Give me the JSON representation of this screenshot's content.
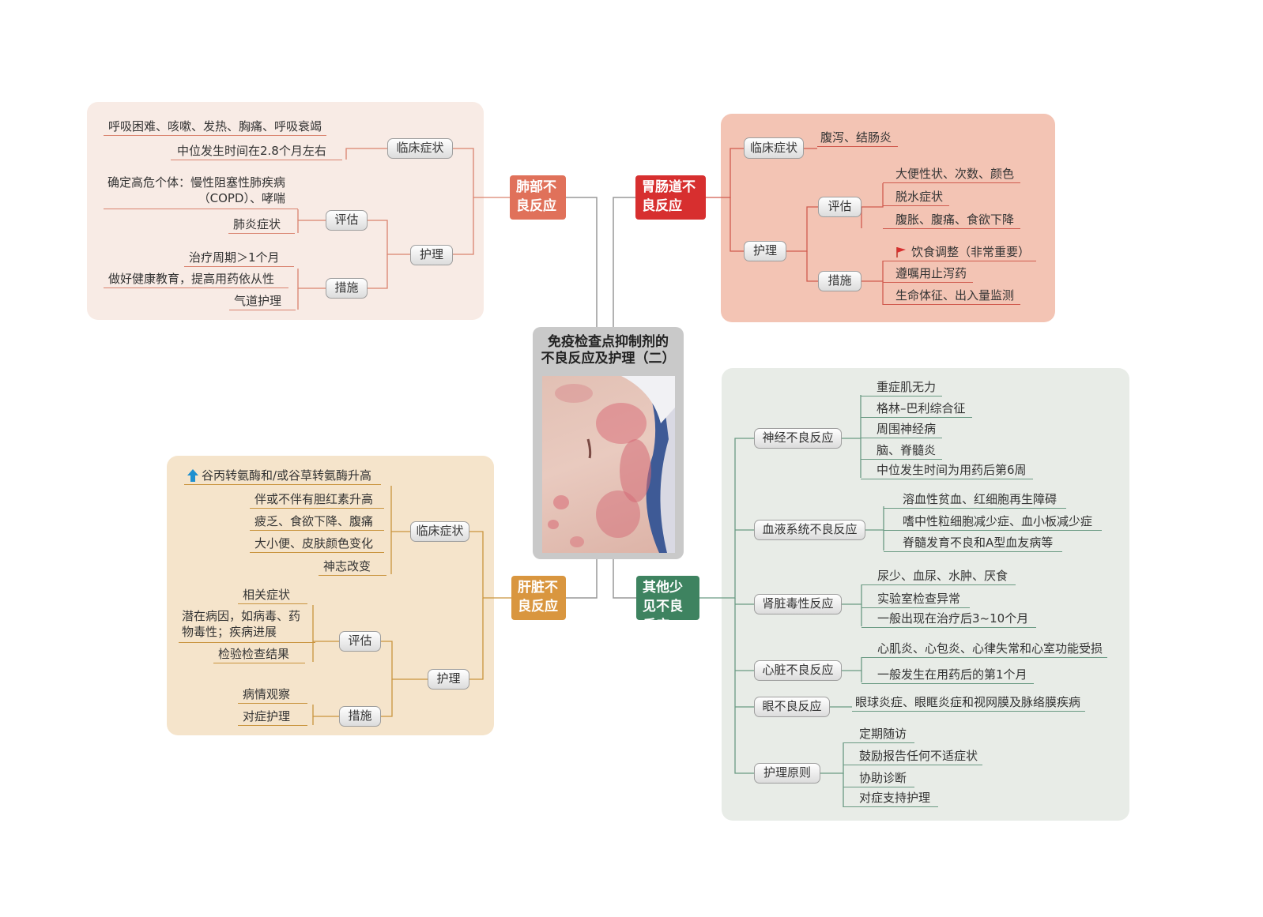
{
  "center": {
    "title_line1": "免疫检查点抑制剂的",
    "title_line2": "不良反应及护理（二）",
    "photo_icon": "skin-rash-photo"
  },
  "lung": {
    "title": "肺部不良反应",
    "color": "#e0715a",
    "clinical_label": "临床症状",
    "clinical_items": [
      "呼吸困难、咳嗽、发热、胸痛、呼吸衰竭",
      "中位发生时间在2.8个月左右"
    ],
    "nursing_label": "护理",
    "assess_label": "评估",
    "assess_items": [
      "确定高危个体：慢性阻塞性肺疾病（COPD）、哮喘",
      "肺炎症状"
    ],
    "measure_label": "措施",
    "measure_items": [
      "治疗周期＞1个月",
      "做好健康教育，提高用药依从性",
      "气道护理"
    ]
  },
  "gi": {
    "title": "胃肠道不良反应",
    "color": "#d72f2f",
    "clinical_label": "临床症状",
    "clinical_items": [
      "腹泻、结肠炎"
    ],
    "nursing_label": "护理",
    "assess_label": "评估",
    "assess_items": [
      "大便性状、次数、颜色",
      "脱水症状",
      "腹胀、腹痛、食欲下降"
    ],
    "measure_label": "措施",
    "measure_items": [
      "饮食调整（非常重要）",
      "遵嘱用止泻药",
      "生命体征、出入量监测"
    ],
    "flag_icon": "red-flag-icon"
  },
  "liver": {
    "title": "肝脏不良反应",
    "color": "#d9963f",
    "clinical_label": "临床症状",
    "clinical_items": [
      "谷丙转氨酶和/或谷草转氨酶升高",
      "伴或不伴有胆红素升高",
      "疲乏、食欲下降、腹痛",
      "大小便、皮肤颜色变化",
      "神志改变"
    ],
    "up_icon": "up-arrow-icon",
    "nursing_label": "护理",
    "assess_label": "评估",
    "assess_items": [
      "相关症状",
      "潜在病因，如病毒、药物毒性；疾病进展",
      "检验检查结果"
    ],
    "measure_label": "措施",
    "measure_items": [
      "病情观察",
      "对症护理"
    ]
  },
  "other": {
    "title": "其他少见不良反应",
    "color": "#3e8360",
    "neuro_label": "神经不良反应",
    "neuro_items": [
      "重症肌无力",
      "格林–巴利综合征",
      "周围神经病",
      "脑、脊髓炎",
      "中位发生时间为用药后第6周"
    ],
    "blood_label": "血液系统不良反应",
    "blood_items": [
      "溶血性贫血、红细胞再生障碍",
      "嗜中性粒细胞减少症、血小板减少症",
      "脊髓发育不良和A型血友病等"
    ],
    "kidney_label": "肾脏毒性反应",
    "kidney_items": [
      "尿少、血尿、水肿、厌食",
      "实验室检查异常",
      "一般出现在治疗后3~10个月"
    ],
    "heart_label": "心脏不良反应",
    "heart_items": [
      "心肌炎、心包炎、心律失常和心室功能受损",
      "一般发生在用药后的第1个月"
    ],
    "eye_label": "眼不良反应",
    "eye_items": [
      "眼球炎症、眼眶炎症和视网膜及脉络膜疾病"
    ],
    "care_label": "护理原则",
    "care_items": [
      "定期随访",
      "鼓励报告任何不适症状",
      "协助诊断",
      "对症支持护理"
    ]
  }
}
